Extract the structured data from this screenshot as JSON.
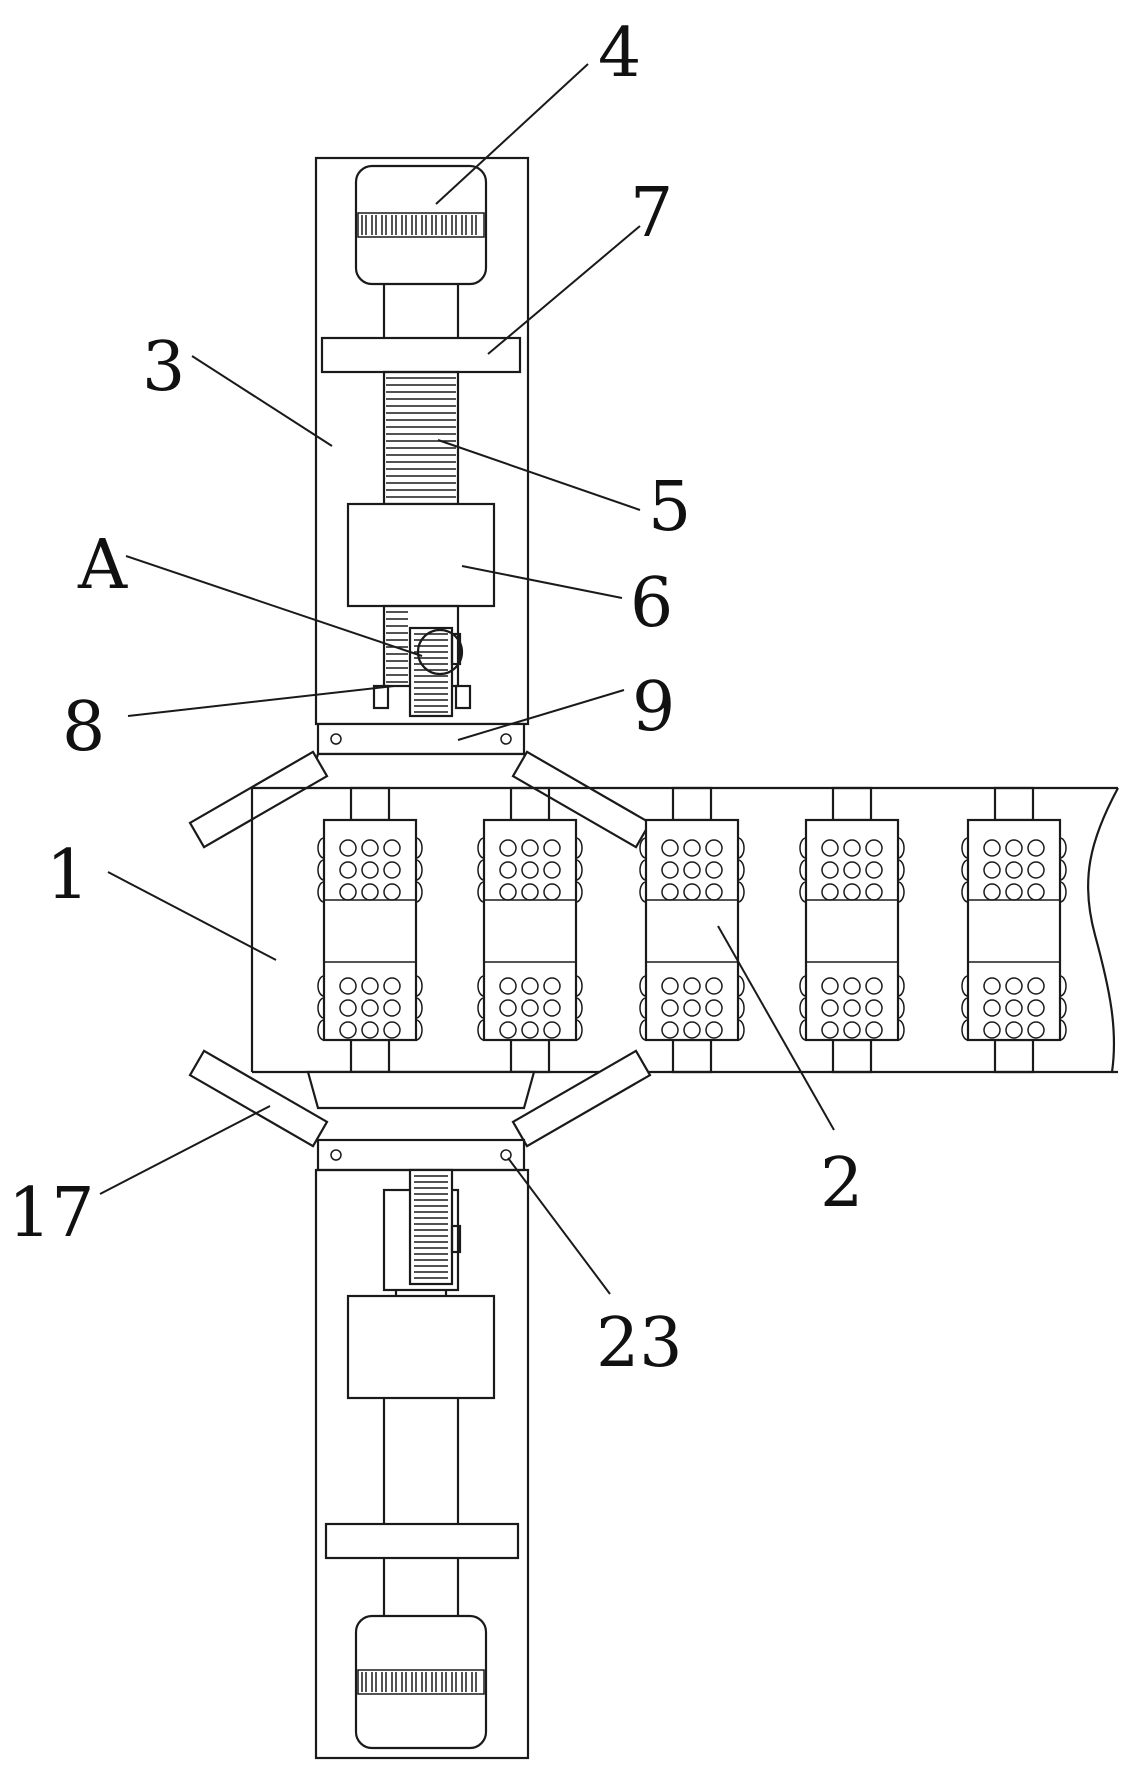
{
  "labels": {
    "l4": "4",
    "l7": "7",
    "l3": "3",
    "l5": "5",
    "lA": "A",
    "l6": "6",
    "l8": "8",
    "l9": "9",
    "l1": "1",
    "l2": "2",
    "l17": "17",
    "l23": "23"
  },
  "colors": {
    "line": "#1a1a1a",
    "background": "#ffffff"
  }
}
